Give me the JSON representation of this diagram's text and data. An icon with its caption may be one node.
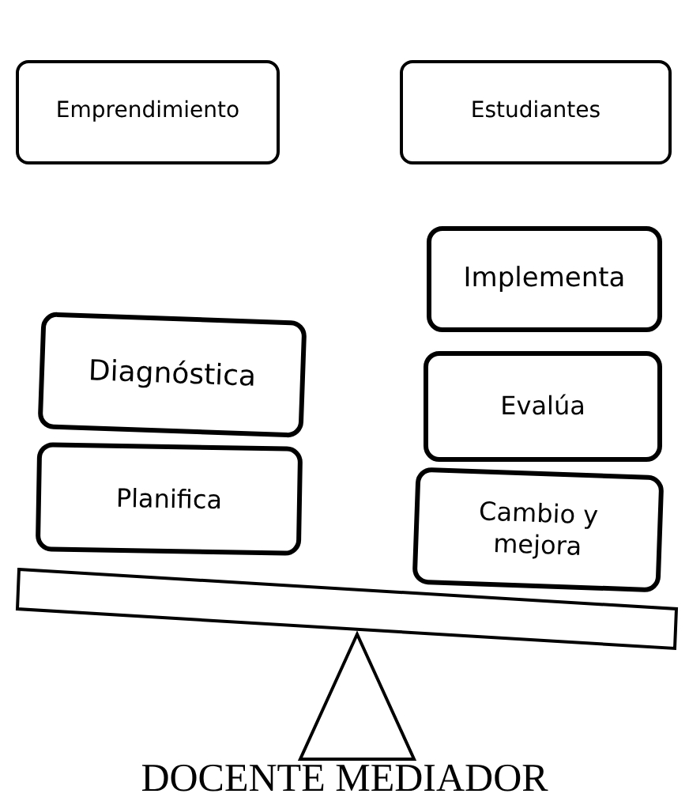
{
  "diagram": {
    "nodes": [
      {
        "text": [
          "Emprendimiento"
        ]
      },
      {
        "text": [
          "Estudiantes"
        ]
      },
      {
        "text": [
          "Implementa"
        ]
      },
      {
        "text": [
          "Diagnóstica"
        ]
      },
      {
        "text": [
          "Evalúa"
        ]
      },
      {
        "text": [
          "Planifica"
        ]
      },
      {
        "text": [
          "Cambio y mejora"
        ]
      }
    ],
    "labels": [
      "DOCENTE MEDIADOR"
    ]
  }
}
